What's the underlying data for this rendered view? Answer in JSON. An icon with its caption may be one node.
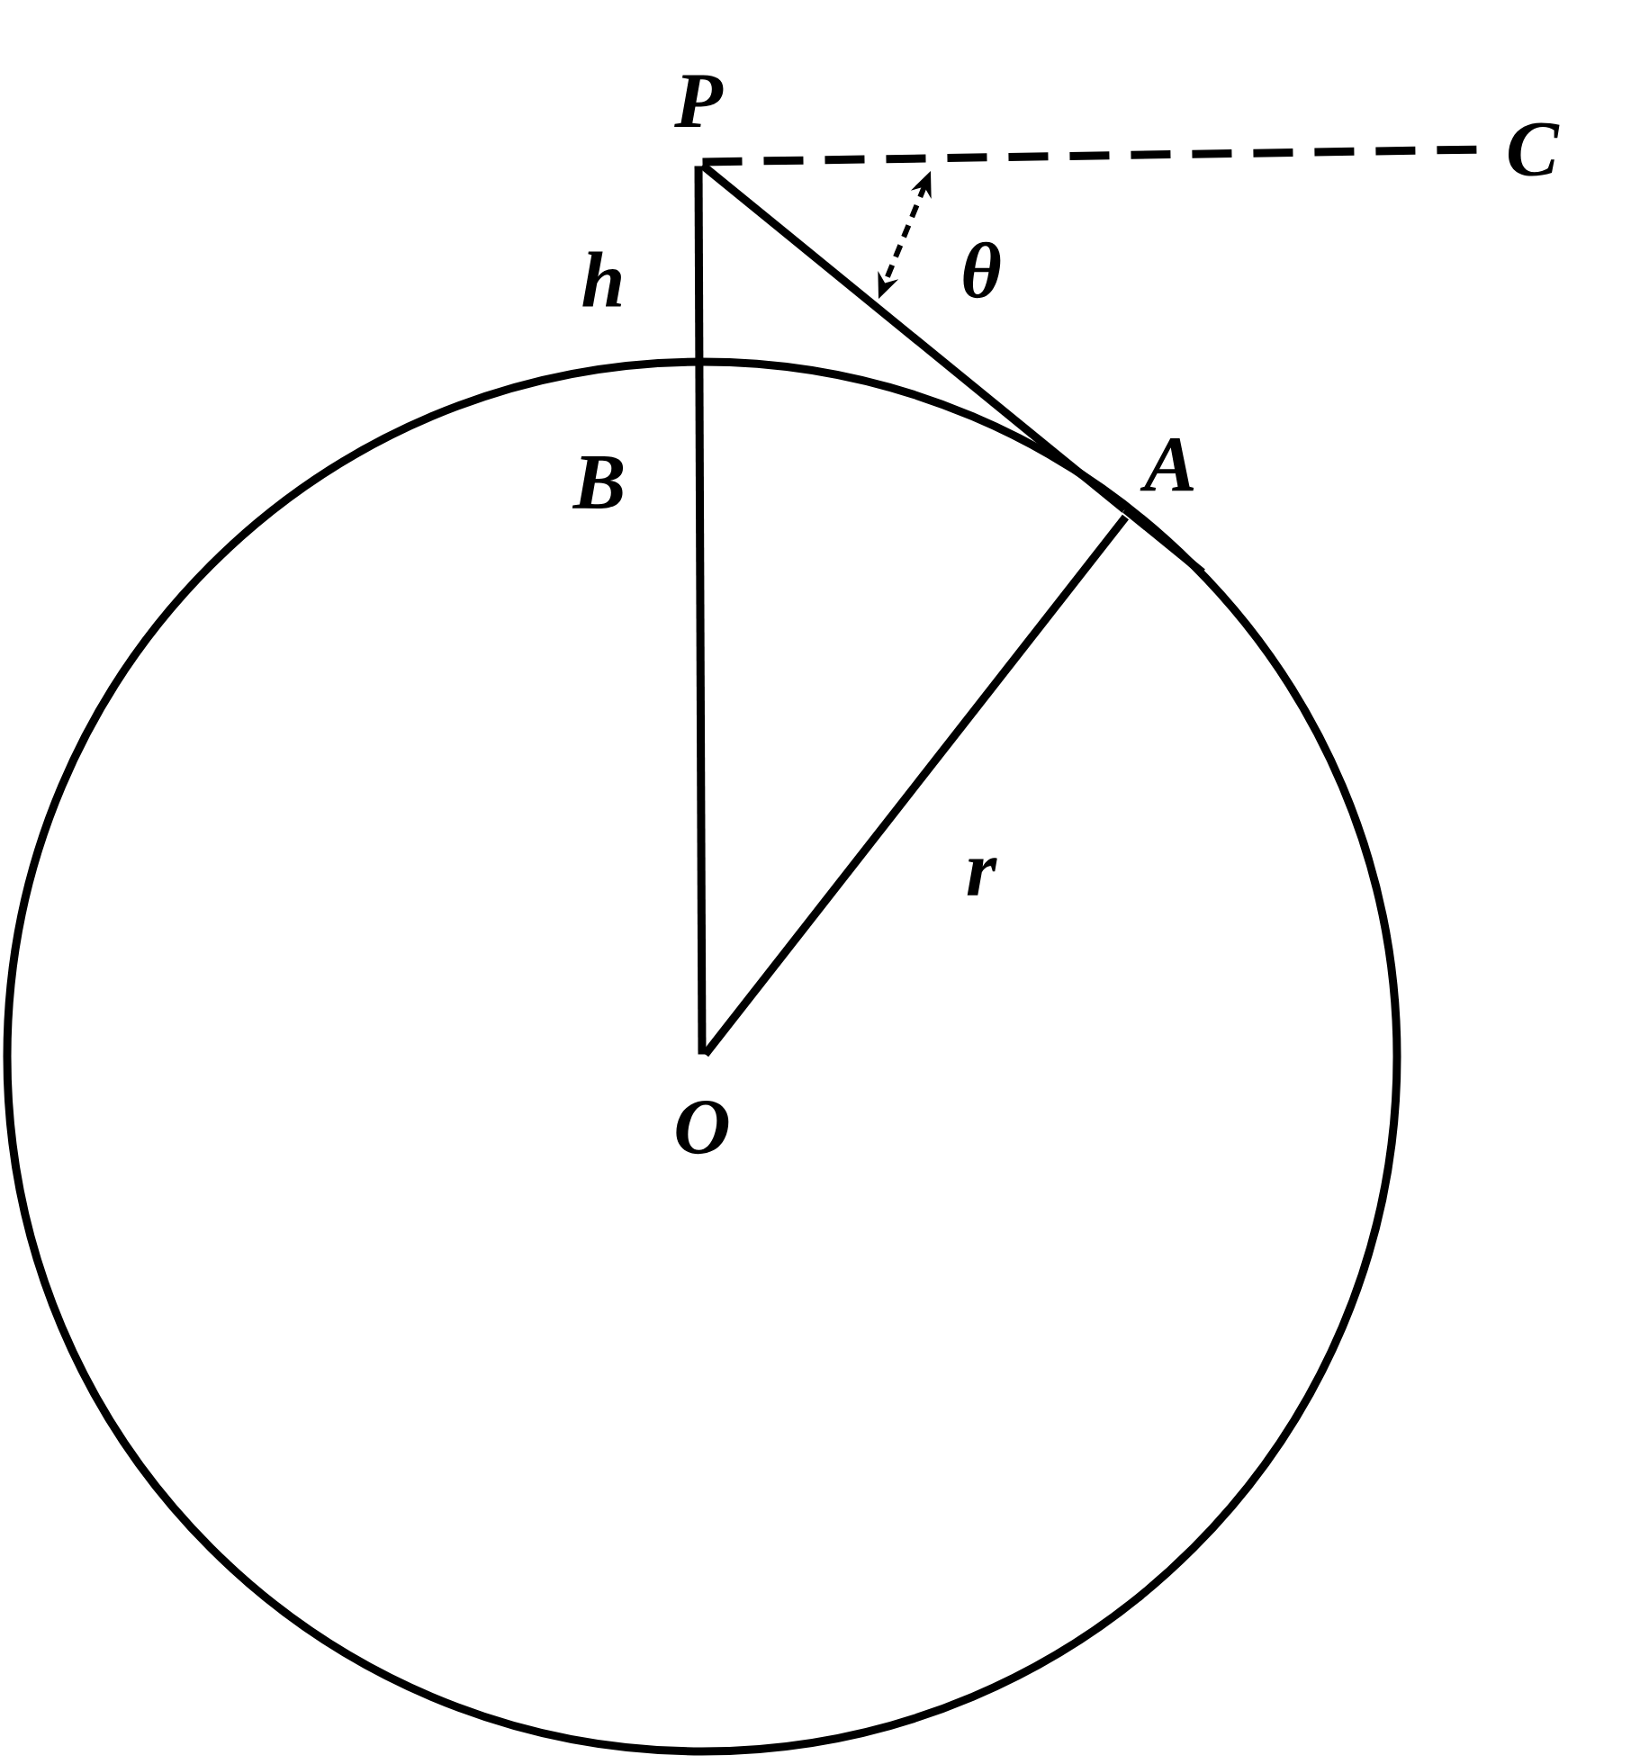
{
  "diagram": {
    "nodes": [
      {
        "text": [
          "P"
        ]
      },
      {
        "text": [
          "C"
        ]
      },
      {
        "text": [
          "A"
        ]
      },
      {
        "text": [
          "O"
        ]
      }
    ],
    "edges": [
      {
        "from": 0,
        "to": 1,
        "arrow": "none",
        "style": "dashed"
      },
      {
        "from": 0,
        "to": 2,
        "arrow": "none"
      },
      {
        "from": 0,
        "to": 3,
        "arrow": "none"
      },
      {
        "from": 2,
        "to": 3,
        "arrow": "none"
      }
    ],
    "labels": [
      "h",
      "θ",
      "B",
      "r"
    ]
  }
}
